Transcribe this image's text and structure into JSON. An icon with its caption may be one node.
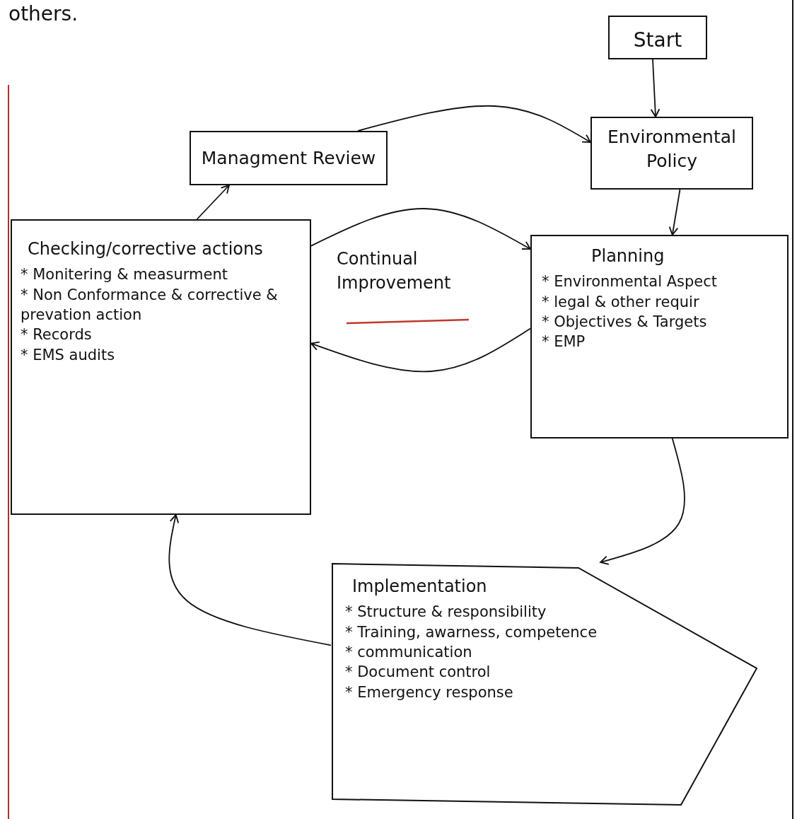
{
  "diagram": {
    "nodes": [
      {
        "text": [
          "Start"
        ]
      },
      {
        "text": [
          "Environmental Policy"
        ]
      },
      {
        "text": [
          "Managment Review"
        ]
      },
      {
        "text": [
          "Checking/corrective actions",
          "* Monitering & measurment",
          "* Non Conformance & corrective & prevation action",
          "* Records",
          "* EMS audits"
        ]
      },
      {
        "text": [
          "Planning",
          "* Environmental Aspect",
          "* legal & other requir",
          "* Objectives & Targets",
          "* EMP"
        ]
      },
      {
        "text": [
          "Implementation",
          "* Structure & responsibility",
          "* Training, awarness, competence",
          "* communication",
          "* Document control",
          "* Emergency response"
        ]
      }
    ],
    "edges": [
      {
        "from": 0,
        "to": 1,
        "arrow": "to"
      },
      {
        "from": 2,
        "to": 1,
        "arrow": "to"
      },
      {
        "from": 1,
        "to": 4,
        "arrow": "to"
      },
      {
        "from": 4,
        "to": 5,
        "arrow": "to"
      },
      {
        "from": 5,
        "to": 3,
        "arrow": "to"
      },
      {
        "from": 3,
        "to": 2,
        "arrow": "to"
      },
      {
        "from": 3,
        "to": 4,
        "arrow": "to"
      },
      {
        "from": 4,
        "to": 3,
        "arrow": "to"
      }
    ],
    "labels": [
      "others.",
      "Continual Improvement"
    ]
  }
}
